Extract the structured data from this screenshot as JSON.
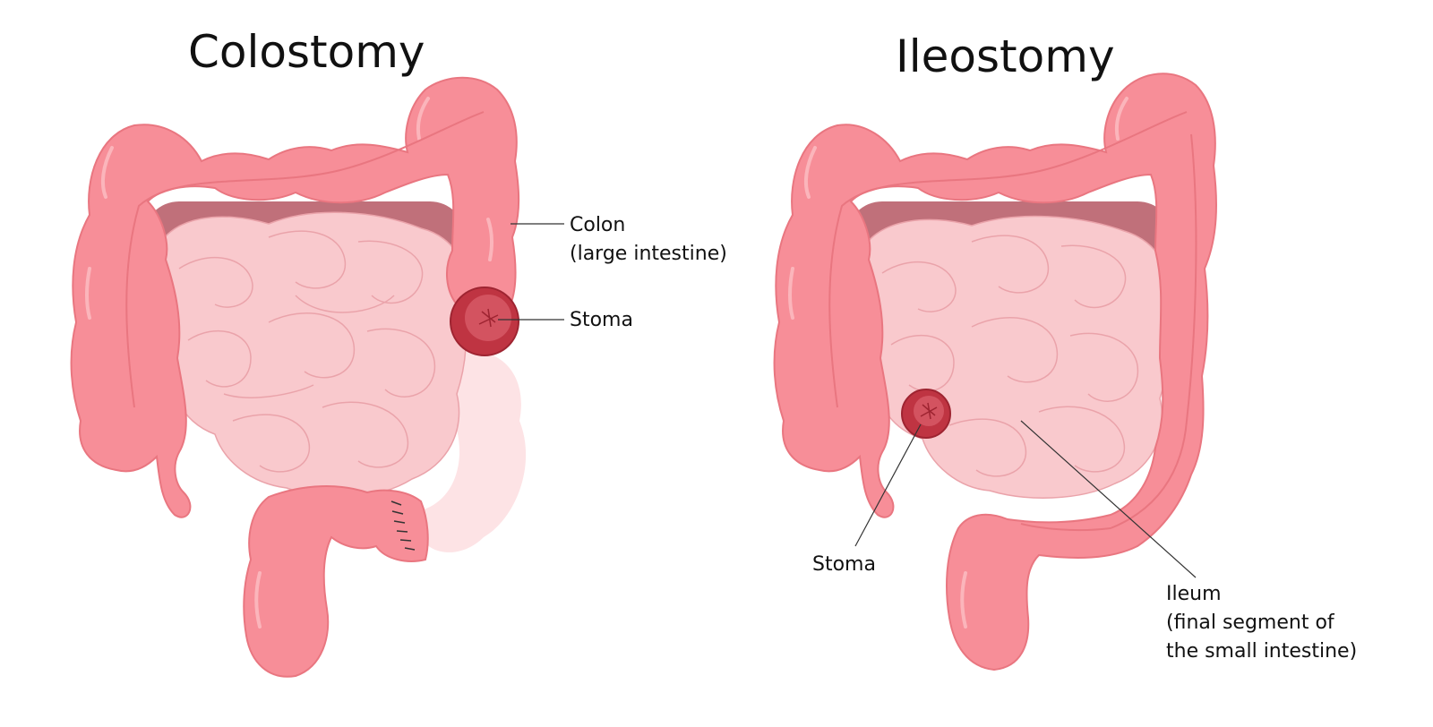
{
  "colostomy": {
    "title": "Colostomy",
    "labels": {
      "colon_line1": "Colon",
      "colon_line2": "(large intestine)",
      "stoma": "Stoma"
    }
  },
  "ileostomy": {
    "title": "Ileostomy",
    "labels": {
      "stoma": "Stoma",
      "ileum_line1": "Ileum",
      "ileum_line2": "(final segment of",
      "ileum_line3": "the small intestine)"
    }
  },
  "colors": {
    "colon": "#f78e98",
    "colon_outline": "#e97680",
    "colon_highlight": "#fbb5bb",
    "small_intestine": "#f9c9cd",
    "small_intestine_line": "#eaa3aa",
    "mesentery_shadow": "#c0707a",
    "removed_colon": "#fde3e5",
    "stoma": "#bf3442",
    "stoma_dark": "#9e2431",
    "stoma_inner": "#d35360",
    "suture": "#333333"
  }
}
